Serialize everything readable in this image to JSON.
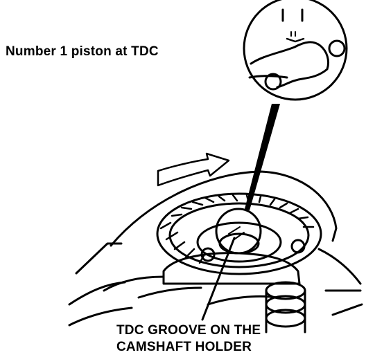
{
  "labels": {
    "piston": "Number 1 piston at TDC",
    "groove_line1": "TDC GROOVE ON THE",
    "groove_line2": "CAMSHAFT HOLDER"
  },
  "inset": {
    "mark_text": "I"
  },
  "colors": {
    "ink": "#000000",
    "paper": "#ffffff"
  }
}
